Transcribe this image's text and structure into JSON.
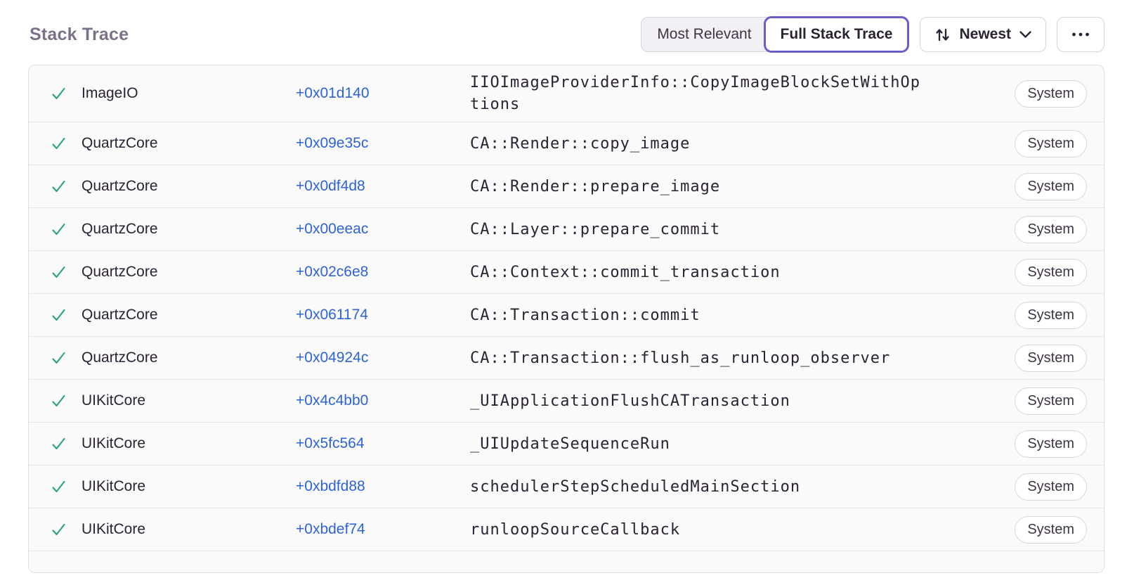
{
  "header": {
    "title": "Stack Trace",
    "view_toggle": [
      {
        "label": "Most Relevant",
        "selected": false
      },
      {
        "label": "Full Stack Trace",
        "selected": true
      }
    ],
    "sort": {
      "label": "Newest"
    }
  },
  "icons": {
    "sort_arrows_icon": "↑↓",
    "chevron_down_icon": "⌄",
    "ellipsis_icon": "•••",
    "frame_status_check_icon": "✓"
  },
  "colors": {
    "accent_purple": "#6a5fc8",
    "link_blue": "#2d63d4",
    "success_green": "#2ba185",
    "title_gray": "#7b7289",
    "text_dark": "#2b2233",
    "row_bg": "#fafafb",
    "border": "#e2dee8"
  },
  "frames": [
    {
      "module": "ImageIO",
      "address": "+0x01d140",
      "function": "IIOImageProviderInfo::CopyImageBlockSetWithOptions",
      "badge": "System"
    },
    {
      "module": "QuartzCore",
      "address": "+0x09e35c",
      "function": "CA::Render::copy_image",
      "badge": "System"
    },
    {
      "module": "QuartzCore",
      "address": "+0x0df4d8",
      "function": "CA::Render::prepare_image",
      "badge": "System"
    },
    {
      "module": "QuartzCore",
      "address": "+0x00eeac",
      "function": "CA::Layer::prepare_commit",
      "badge": "System"
    },
    {
      "module": "QuartzCore",
      "address": "+0x02c6e8",
      "function": "CA::Context::commit_transaction",
      "badge": "System"
    },
    {
      "module": "QuartzCore",
      "address": "+0x061174",
      "function": "CA::Transaction::commit",
      "badge": "System"
    },
    {
      "module": "QuartzCore",
      "address": "+0x04924c",
      "function": "CA::Transaction::flush_as_runloop_observer",
      "badge": "System"
    },
    {
      "module": "UIKitCore",
      "address": "+0x4c4bb0",
      "function": "_UIApplicationFlushCATransaction",
      "badge": "System"
    },
    {
      "module": "UIKitCore",
      "address": "+0x5fc564",
      "function": "_UIUpdateSequenceRun",
      "badge": "System"
    },
    {
      "module": "UIKitCore",
      "address": "+0xbdfd88",
      "function": "schedulerStepScheduledMainSection",
      "badge": "System"
    },
    {
      "module": "UIKitCore",
      "address": "+0xbdef74",
      "function": "runloopSourceCallback",
      "badge": "System"
    }
  ]
}
